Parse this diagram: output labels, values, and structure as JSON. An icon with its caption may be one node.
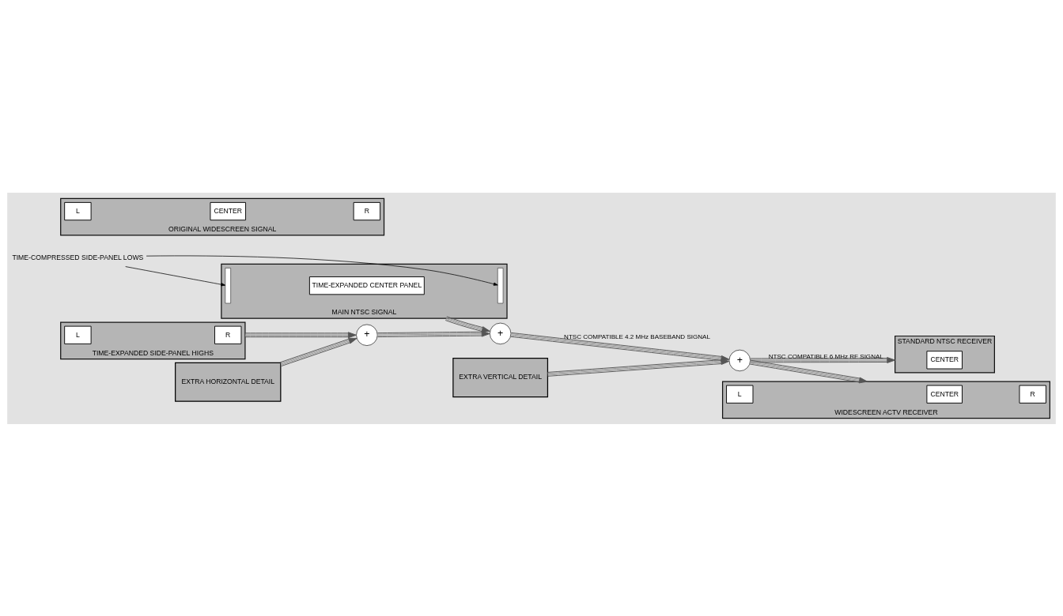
{
  "diagram": {
    "nodes": [
      {
        "text": [
          "TIME-COMPRESSED SIDE-PANEL LOWS"
        ]
      },
      {
        "text": [
          "MAIN NTSC SIGNAL"
        ]
      },
      {
        "text": [],
        "shape": "bar",
        "in": 1
      },
      {
        "text": [
          "TIME-EXPANDED CENTER PANEL"
        ],
        "in": 1
      },
      {
        "text": [],
        "shape": "bar",
        "in": 1
      },
      {
        "text": [
          "TIME-EXPANDED SIDE-PANEL HIGHS"
        ]
      },
      {
        "text": [
          "L"
        ],
        "in": 5
      },
      {
        "text": [
          "R"
        ],
        "in": 5
      },
      {
        "text": [
          "ORIGINAL WIDESCREEN SIGNAL"
        ]
      },
      {
        "text": [
          "L"
        ],
        "in": 8
      },
      {
        "text": [
          "CENTER"
        ],
        "in": 8
      },
      {
        "text": [
          "R"
        ],
        "in": 8
      },
      {
        "text": [
          "EXTRA HORIZONTAL DETAIL"
        ]
      },
      {
        "text": [
          "EXTRA VERTICAL DETAIL"
        ]
      },
      {
        "text": [
          "+"
        ]
      },
      {
        "text": [
          "+"
        ]
      },
      {
        "text": [
          "+"
        ]
      },
      {
        "text": [
          "STANDARD NTSC RECEIVER"
        ]
      },
      {
        "text": [
          "CENTER"
        ],
        "in": 17
      },
      {
        "text": [
          "WIDESCREEN ACTV RECEIVER"
        ]
      },
      {
        "text": [
          "L"
        ],
        "in": 19
      },
      {
        "text": [
          "CENTER"
        ],
        "in": 19
      },
      {
        "text": [
          "R"
        ],
        "in": 19
      }
    ],
    "edges": [
      {
        "from": 0,
        "to": 2,
        "arrow": "to",
        "color": "#000000"
      },
      {
        "from": 0,
        "to": 4,
        "arrow": "to",
        "color": "#000000"
      },
      {
        "from": 1,
        "to": 14,
        "arrow": "to"
      },
      {
        "from": 5,
        "to": 15,
        "arrow": "to"
      },
      {
        "from": 12,
        "to": 15,
        "arrow": "to"
      },
      {
        "from": 15,
        "to": 14,
        "arrow": "to"
      },
      {
        "from": 14,
        "to": 16,
        "arrow": "to",
        "label": "NTSC COMPATIBLE 4.2 MHz BASEBAND SIGNAL"
      },
      {
        "from": 13,
        "to": 16,
        "arrow": "to"
      },
      {
        "from": 16,
        "to": 17,
        "arrow": "to",
        "label": "NTSC COMPATIBLE 6 MHz RF SIGNAL"
      },
      {
        "from": 16,
        "to": 19,
        "arrow": "to"
      }
    ]
  }
}
